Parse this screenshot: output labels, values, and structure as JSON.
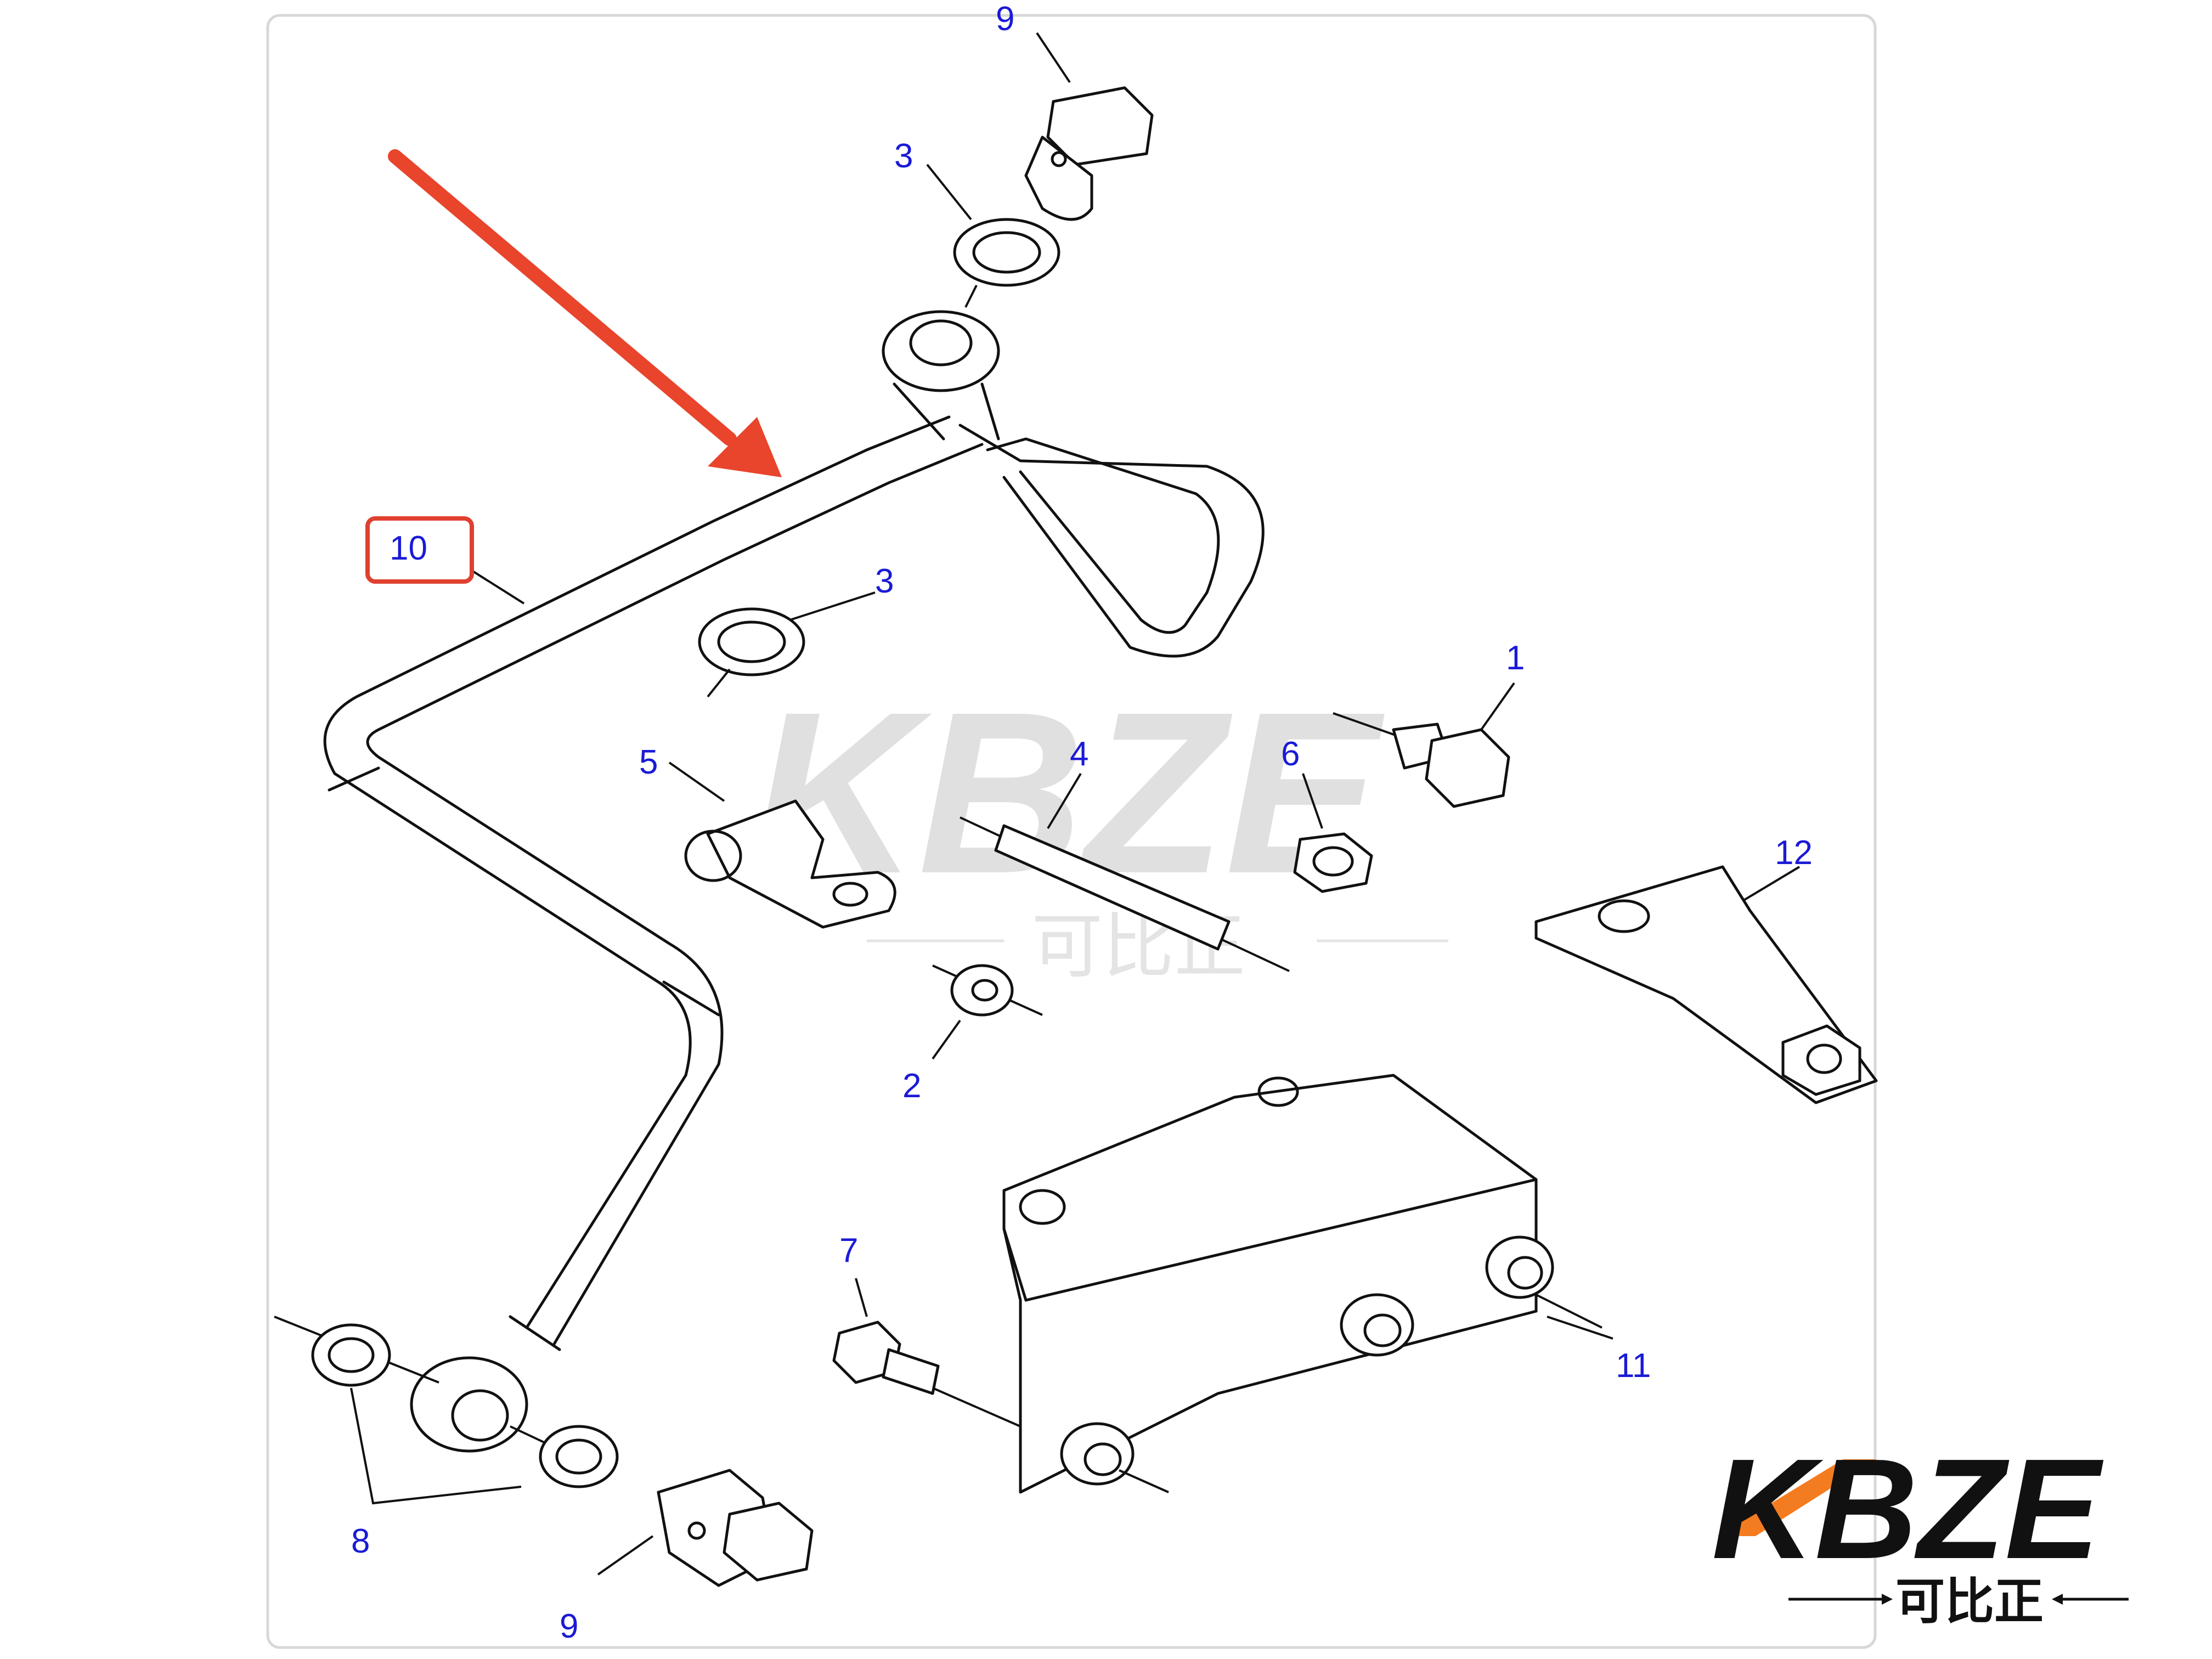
{
  "callouts": {
    "c1": "1",
    "c2": "2",
    "c3a": "3",
    "c3b": "3",
    "c4": "4",
    "c5": "5",
    "c6": "6",
    "c7": "7",
    "c8": "8",
    "c9a": "9",
    "c9b": "9",
    "c10": "10",
    "c11": "11",
    "c12": "12"
  },
  "highlight": {
    "part": "10",
    "arrow_color": "#e8452c",
    "box_color": "#e04030"
  },
  "watermark": {
    "brand": "KBZE",
    "chinese": "可比正"
  },
  "logo": {
    "brand": "KBZE",
    "chinese": "可比正",
    "accent": "#f47c20"
  },
  "colors": {
    "callout_text": "#1a1ad6",
    "line": "#111111"
  }
}
